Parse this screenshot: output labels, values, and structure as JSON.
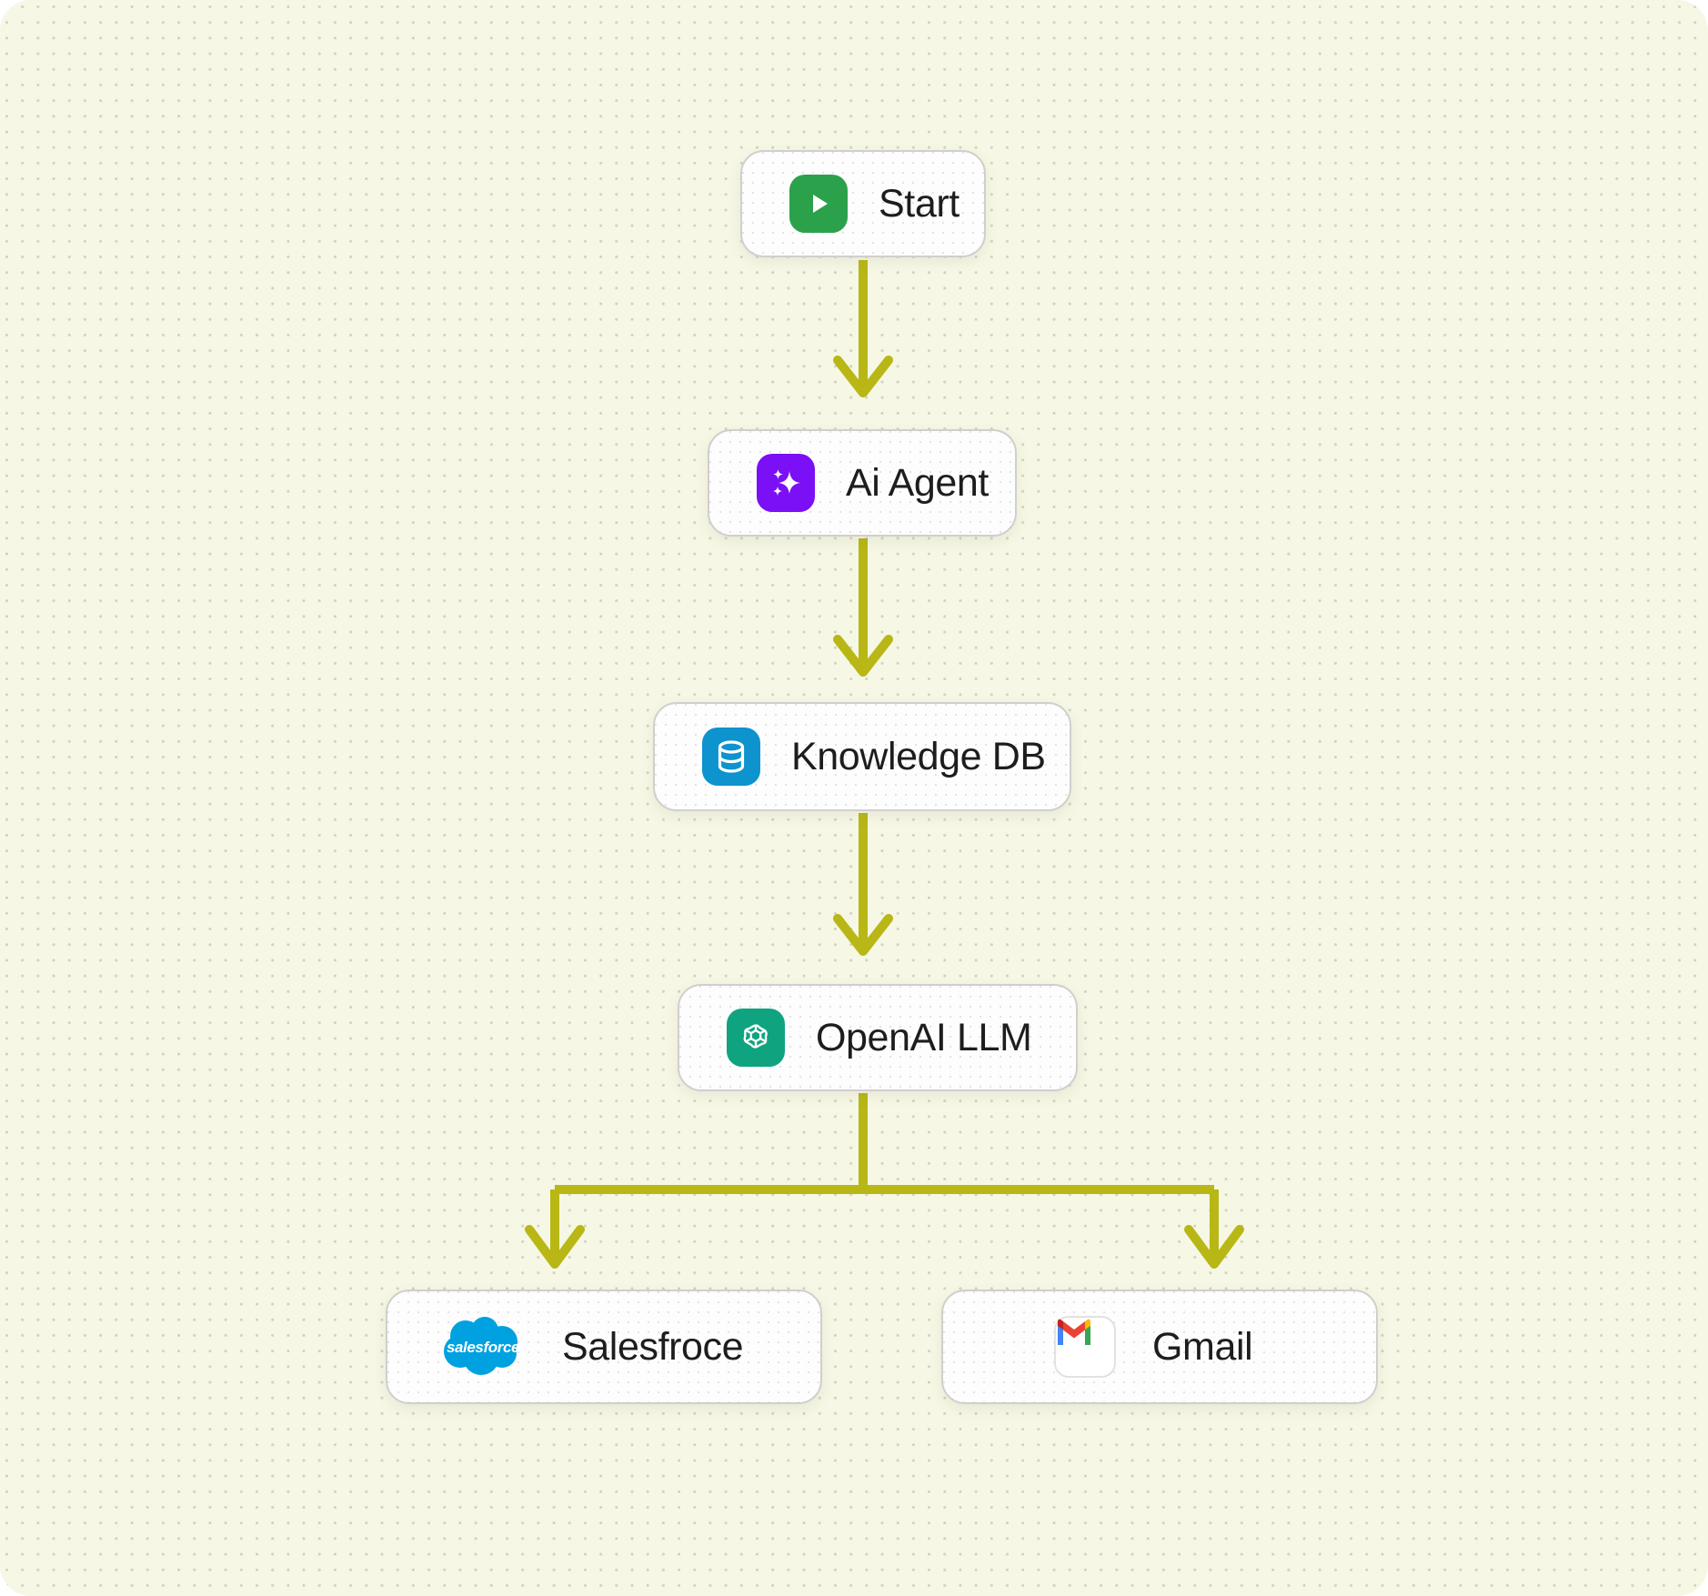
{
  "canvas": {
    "background_color": "#f6f7e4",
    "dot_color": "#96968255",
    "edge_color": "#b8b716"
  },
  "diagram": {
    "type": "workflow-flowchart",
    "title": "",
    "nodes": [
      {
        "id": "start",
        "label": "Start",
        "icon": "play-icon",
        "icon_color": "#2ca14c",
        "icon_style": "green-rounded-tile-white-play"
      },
      {
        "id": "ai-agent",
        "label": "Ai Agent",
        "icon": "sparkles-icon",
        "icon_color": "#7b0ff5",
        "icon_style": "purple-rounded-tile-white-sparkles"
      },
      {
        "id": "knowledge",
        "label": "Knowledge DB",
        "icon": "database-icon",
        "icon_color": "#0d93ce",
        "icon_style": "blue-rounded-tile-white-cylinder"
      },
      {
        "id": "openai",
        "label": "OpenAI LLM",
        "icon": "openai-logo-icon",
        "icon_color": "#10a37f",
        "icon_style": "teal-rounded-tile-white-knot"
      },
      {
        "id": "salesforce",
        "label": "Salesfroce",
        "icon": "salesforce-cloud-icon",
        "icon_color": "#00a1e0",
        "icon_wordmark": "salesforce"
      },
      {
        "id": "gmail",
        "label": "Gmail",
        "icon": "gmail-envelope-icon",
        "icon_color": "#ea4335",
        "icon_style": "white-tile-multicolor-m"
      }
    ],
    "edges": [
      {
        "from": "start",
        "to": "ai-agent",
        "style": "straight-arrow-down"
      },
      {
        "from": "ai-agent",
        "to": "knowledge",
        "style": "straight-arrow-down"
      },
      {
        "from": "knowledge",
        "to": "openai",
        "style": "straight-arrow-down"
      },
      {
        "from": "openai",
        "to": "salesforce",
        "style": "elbow-split-left-arrow-down"
      },
      {
        "from": "openai",
        "to": "gmail",
        "style": "elbow-split-right-arrow-down"
      }
    ]
  }
}
